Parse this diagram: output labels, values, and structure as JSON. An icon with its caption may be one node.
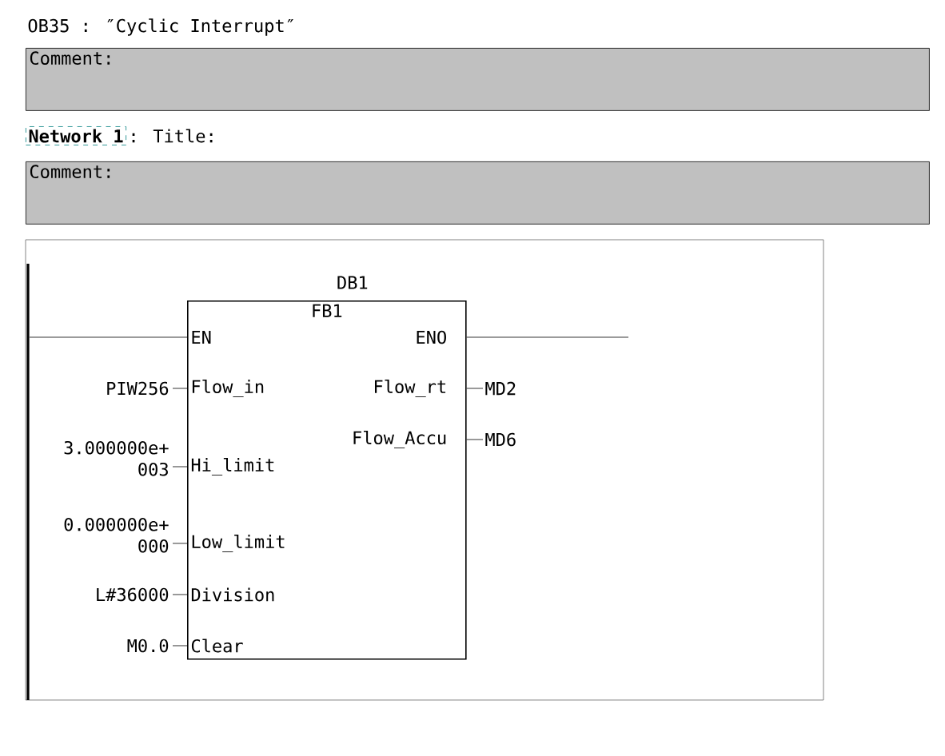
{
  "diagram": {
    "title": "OB35 :  ″Cyclic Interrupt″",
    "nodes": [
      {
        "text": [
          "Comment:"
        ]
      },
      {
        "text": [
          "Network 1"
        ],
        "beside": [
          ": Title:"
        ]
      },
      {
        "text": [
          "Comment:"
        ]
      },
      {
        "text": [
          "FB1"
        ],
        "beside": [
          "DB1"
        ]
      },
      {
        "text": [
          "EN"
        ],
        "in": 3
      },
      {
        "text": [
          "Flow_in"
        ],
        "in": 3
      },
      {
        "text": [
          "Hi_limit"
        ],
        "in": 3
      },
      {
        "text": [
          "Low_limit"
        ],
        "in": 3
      },
      {
        "text": [
          "Division"
        ],
        "in": 3
      },
      {
        "text": [
          "Clear"
        ],
        "in": 3
      },
      {
        "text": [
          "ENO"
        ],
        "in": 3
      },
      {
        "text": [
          "Flow_rt"
        ],
        "in": 3
      },
      {
        "text": [
          "Flow_Accu"
        ],
        "in": 3
      },
      {
        "text": [
          "PIW256"
        ]
      },
      {
        "text": [
          "3.000000e+ 003"
        ]
      },
      {
        "text": [
          "0.000000e+ 000"
        ]
      },
      {
        "text": [
          "L#36000"
        ]
      },
      {
        "text": [
          "M0.0"
        ]
      },
      {
        "text": [
          "MD2"
        ]
      },
      {
        "text": [
          "MD6"
        ]
      }
    ],
    "edges": [
      {
        "from": null,
        "to": 4,
        "arrow": "none"
      },
      {
        "from": 10,
        "to": null,
        "arrow": "none"
      },
      {
        "from": 13,
        "to": 5,
        "arrow": "none"
      },
      {
        "from": 14,
        "to": 6,
        "arrow": "none"
      },
      {
        "from": 15,
        "to": 7,
        "arrow": "none"
      },
      {
        "from": 16,
        "to": 8,
        "arrow": "none"
      },
      {
        "from": 17,
        "to": 9,
        "arrow": "none"
      },
      {
        "from": 11,
        "to": 18,
        "arrow": "none"
      },
      {
        "from": 12,
        "to": 19,
        "arrow": "none"
      }
    ]
  }
}
